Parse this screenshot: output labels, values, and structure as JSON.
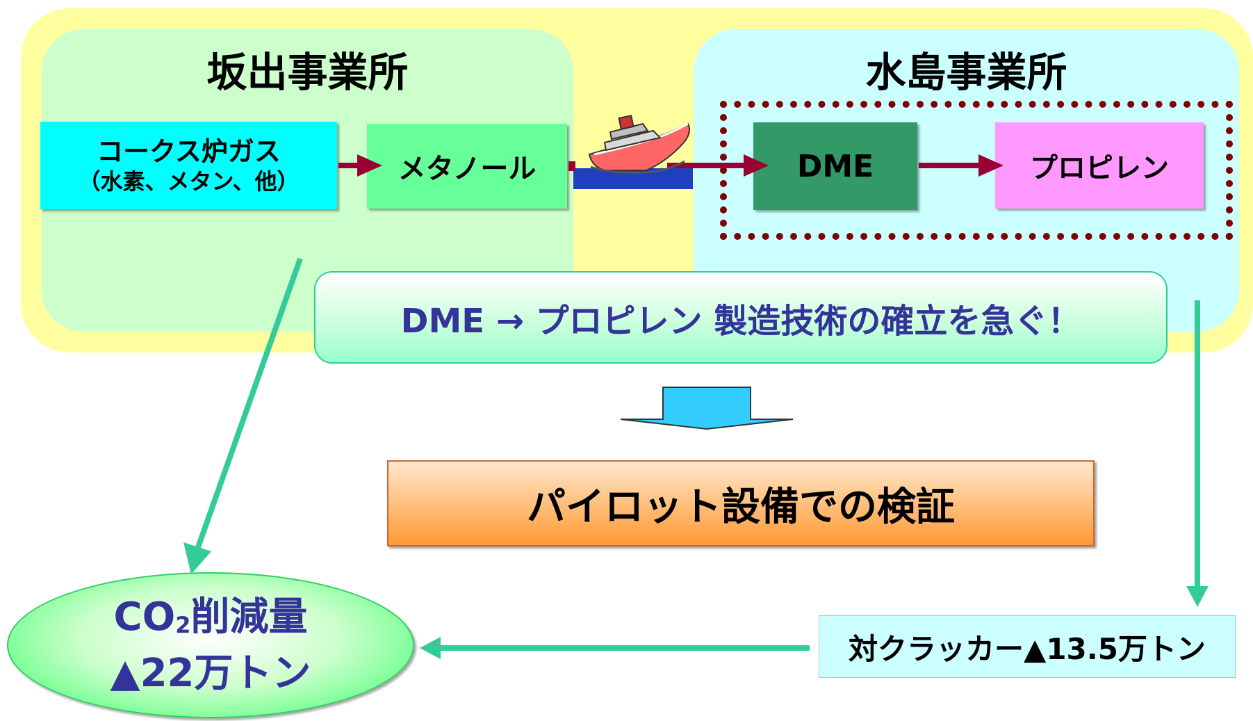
{
  "sites": {
    "left_title": "坂出事業所",
    "right_title": "水島事業所"
  },
  "process": {
    "coke_gas_line1": "コークス炉ガス",
    "coke_gas_line2": "（水素、メタン、他）",
    "methanol": "メタノール",
    "dme": "DME",
    "propylene": "プロピレン"
  },
  "banner": {
    "text": "DME → プロピレン 製造技術の確立を急ぐ！"
  },
  "pilot": {
    "text": "パイロット設備での検証"
  },
  "results": {
    "cracker_text": "対クラッカー▲13.5万トン",
    "co2_prefix": "CO",
    "co2_subscript": "2",
    "co2_suffix": "削減量",
    "co2_amount": "▲22万トン"
  },
  "icons": [
    "ship-icon",
    "arrow-right-icon",
    "block-arrow-down-icon",
    "arrow-down-icon",
    "arrow-left-icon"
  ],
  "colors": {
    "outer_bg": "#ffffa0",
    "left_site_bg": "#ccffcc",
    "right_site_bg": "#ccffff",
    "process_arrow": "#990033",
    "flow_arrow": "#33cc99",
    "dashed_border": "#800000",
    "banner_text": "#333399"
  }
}
